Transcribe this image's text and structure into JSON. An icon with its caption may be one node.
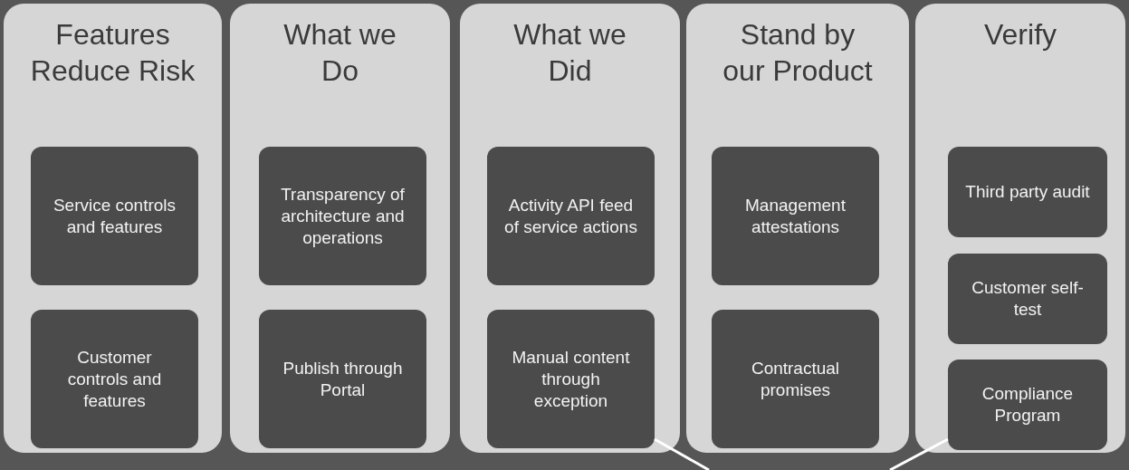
{
  "diagram": {
    "nodes": [
      {
        "text": [
          "Features Reduce Risk"
        ]
      },
      {
        "text": [
          "Service controls and features"
        ],
        "in": 0
      },
      {
        "text": [
          "Customer controls and features"
        ],
        "in": 0
      },
      {
        "text": [
          "What we Do"
        ]
      },
      {
        "text": [
          "Transparency of architecture and operations"
        ],
        "in": 3
      },
      {
        "text": [
          "Publish through Portal"
        ],
        "in": 3
      },
      {
        "text": [
          "What we Did"
        ]
      },
      {
        "text": [
          "Activity API feed of service actions"
        ],
        "in": 6
      },
      {
        "text": [
          "Manual content through exception"
        ],
        "in": 6
      },
      {
        "text": [
          "Stand by our Product"
        ]
      },
      {
        "text": [
          "Management attestations"
        ],
        "in": 9
      },
      {
        "text": [
          "Contractual promises"
        ],
        "in": 9
      },
      {
        "text": [
          "Verify"
        ]
      },
      {
        "text": [
          "Third party audit"
        ],
        "in": 12
      },
      {
        "text": [
          "Customer self-test"
        ],
        "in": 12
      },
      {
        "text": [
          "Compliance Program"
        ],
        "in": 12
      }
    ],
    "edges": [
      {
        "from": 8,
        "to": null,
        "arrow": "none"
      },
      {
        "from": 15,
        "to": null,
        "arrow": "none"
      }
    ]
  }
}
